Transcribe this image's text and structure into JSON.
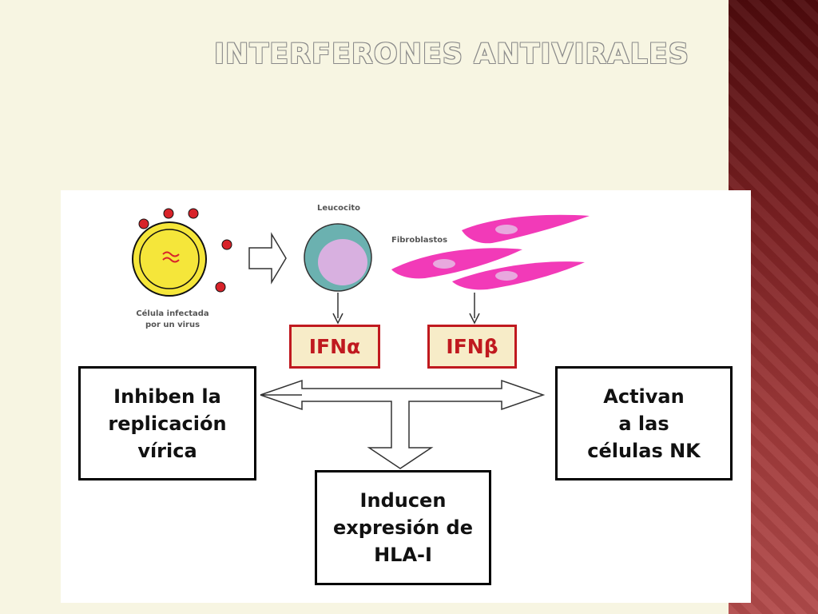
{
  "slide": {
    "title": "INTERFERONES ANTIVIRALES"
  },
  "diagram": {
    "infected_cell_caption": "Célula infectada\npor un virus",
    "leucocyte_caption": "Leucocito",
    "fibroblast_caption": "Fibroblastos",
    "ifn_alpha": "IFNα",
    "ifn_beta": "IFNβ",
    "effects": {
      "left": "Inhiben la\nreplicación\nvírica",
      "right": "Activan\na las\ncélulas NK",
      "bottom": "Inducen\nexpresión de\nHLA-I"
    }
  },
  "colors": {
    "background": "#f7f5e2",
    "sidebar": "#7a2022",
    "ifn_border": "#c0191f",
    "ifn_text": "#c0191f",
    "infected_cell": "#f5e63a",
    "virus_particles": "#d8232a",
    "leucocyte_outer": "#6bb1b0",
    "leucocyte_nucleus": "#d8b0e0",
    "fibroblast": "#f23ab8"
  }
}
